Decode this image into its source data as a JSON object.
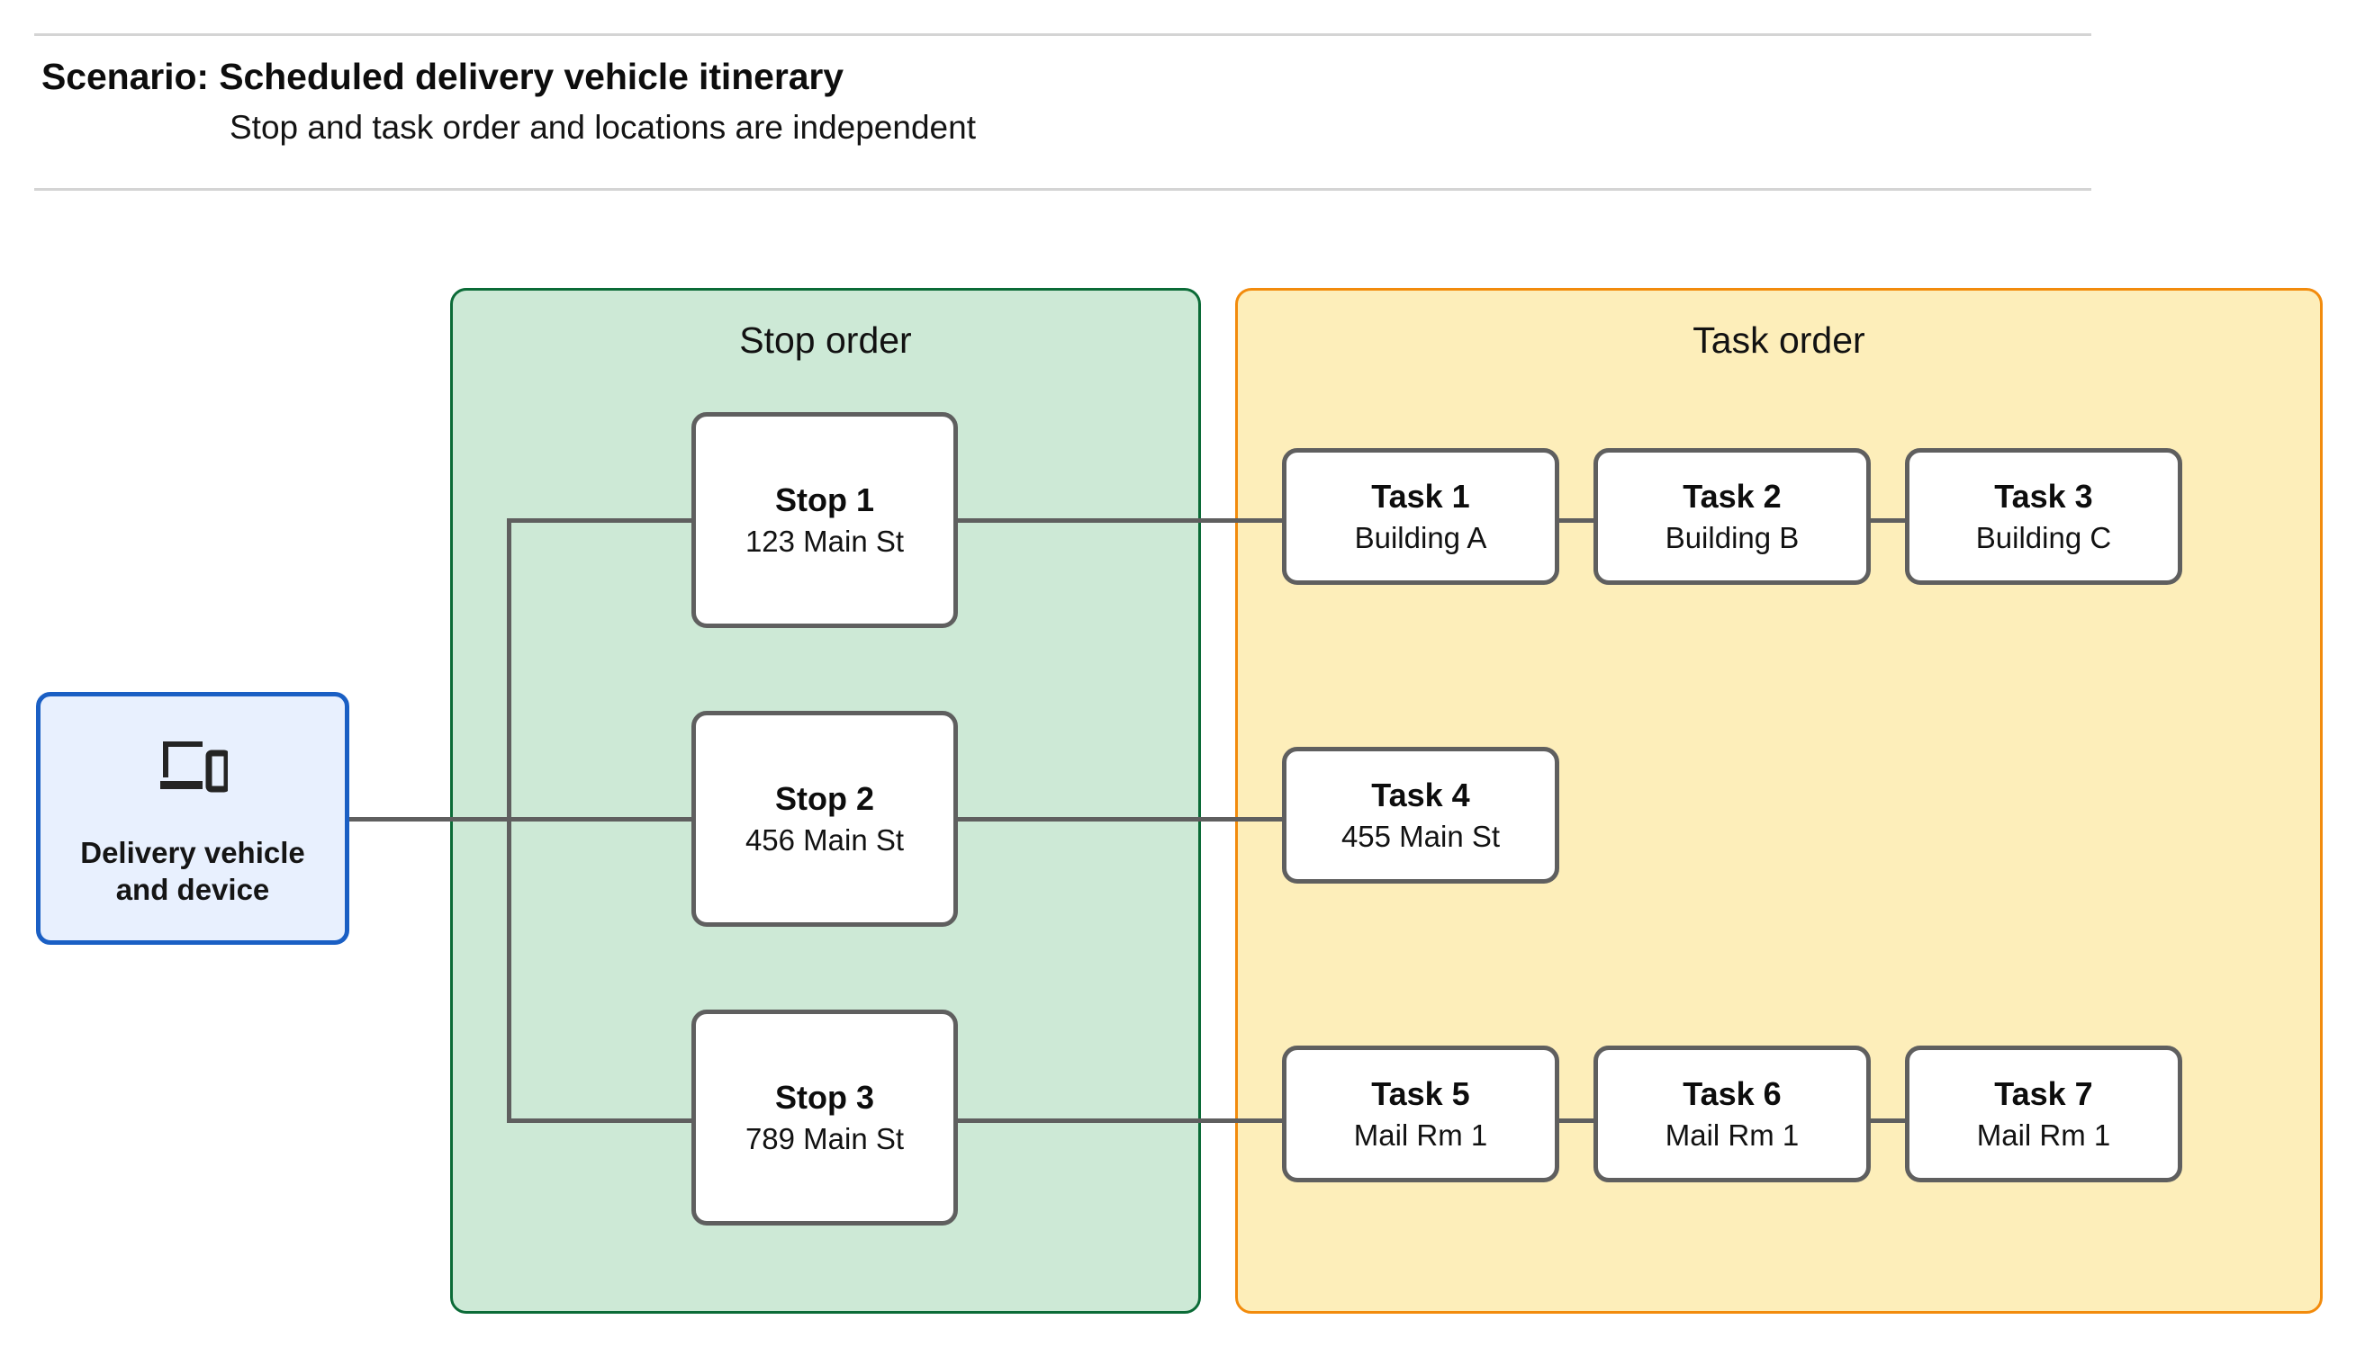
{
  "header": {
    "title": "Scenario: Scheduled delivery vehicle itinerary",
    "subtitle": "Stop and task order and locations are independent"
  },
  "vehicle": {
    "icon": "devices-icon",
    "label_line1": "Delivery vehicle",
    "label_line2": "and device"
  },
  "stop_group": {
    "label": "Stop order",
    "fill_color": "#cde9d6",
    "border_color": "#0b6b37",
    "stops": [
      {
        "title": "Stop 1",
        "address": "123 Main St"
      },
      {
        "title": "Stop 2",
        "address": "456 Main St"
      },
      {
        "title": "Stop 3",
        "address": "789 Main St"
      }
    ]
  },
  "task_group": {
    "label": "Task order",
    "fill_color": "#fdeeba",
    "border_color": "#f28b0c",
    "rows": [
      {
        "tasks": [
          {
            "title": "Task 1",
            "location": "Building A"
          },
          {
            "title": "Task 2",
            "location": "Building B"
          },
          {
            "title": "Task 3",
            "location": "Building C"
          }
        ]
      },
      {
        "tasks": [
          {
            "title": "Task 4",
            "location": "455 Main St"
          }
        ]
      },
      {
        "tasks": [
          {
            "title": "Task 5",
            "location": "Mail Rm 1"
          },
          {
            "title": "Task 6",
            "location": "Mail Rm 1"
          },
          {
            "title": "Task 7",
            "location": "Mail Rm 1"
          }
        ]
      }
    ]
  },
  "colors": {
    "vehicle_border": "#1a5fc4",
    "vehicle_fill": "#e8f0fe",
    "node_border": "#5f5f5f",
    "connector": "#5f5f5f",
    "rule": "#d4d4d4"
  }
}
